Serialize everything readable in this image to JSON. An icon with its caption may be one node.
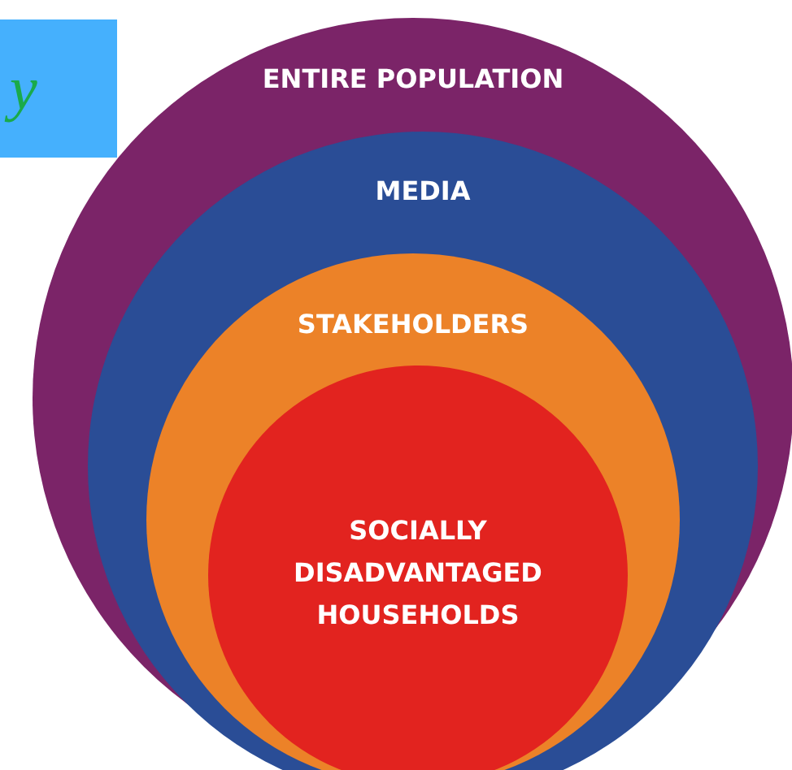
{
  "diagram": {
    "nodes": [
      {
        "text": [
          "ENTIRE POPULATION"
        ]
      },
      {
        "text": [
          "MEDIA"
        ],
        "in": 0
      },
      {
        "text": [
          "STAKEHOLDERS"
        ],
        "in": 1
      },
      {
        "text": [
          "SOCIALLY DISADVANTAGED HOUSEHOLDS"
        ],
        "in": 2
      }
    ],
    "labels": [
      "y"
    ]
  }
}
